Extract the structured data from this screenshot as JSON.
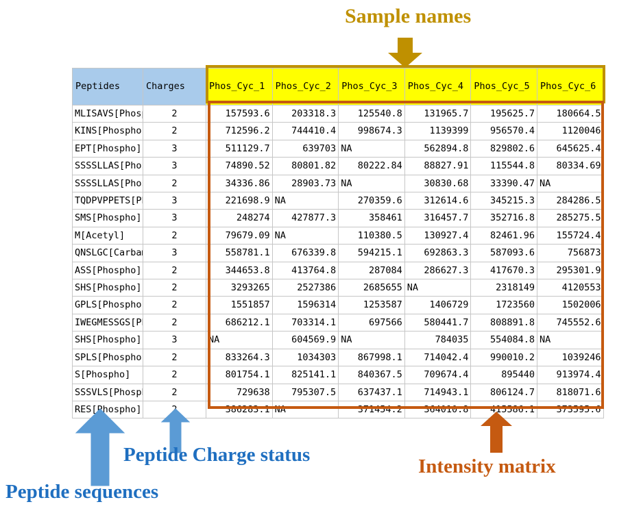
{
  "table": {
    "headers": {
      "peptides": "Peptides",
      "charges": "Charges",
      "samples": [
        "Phos_Cyc_1",
        "Phos_Cyc_2",
        "Phos_Cyc_3",
        "Phos_Cyc_4",
        "Phos_Cyc_5",
        "Phos_Cyc_6"
      ]
    },
    "rows": [
      {
        "peptide": "MLISAVS[Phospho]",
        "charge": "2",
        "values": [
          "157593.6",
          "203318.3",
          "125540.8",
          "131965.7",
          "195625.7",
          "180664.5"
        ]
      },
      {
        "peptide": "KINS[Phospho]",
        "charge": "2",
        "values": [
          "712596.2",
          "744410.4",
          "998674.3",
          "1139399",
          "956570.4",
          "1120046"
        ]
      },
      {
        "peptide": "EPT[Phospho]",
        "charge": "3",
        "values": [
          "511129.7",
          "639703",
          "NA",
          "562894.8",
          "829802.6",
          "645625.4"
        ]
      },
      {
        "peptide": "SSSSLLAS[Phospho]",
        "charge": "3",
        "values": [
          "74890.52",
          "80801.82",
          "80222.84",
          "88827.91",
          "115544.8",
          "80334.69"
        ]
      },
      {
        "peptide": "SSSSLLAS[Phospho]",
        "charge": "2",
        "values": [
          "34336.86",
          "28903.73",
          "NA",
          "30830.68",
          "33390.47",
          "NA"
        ]
      },
      {
        "peptide": "TQDPVPPETS[Phospho]",
        "charge": "3",
        "values": [
          "221698.9",
          "NA",
          "270359.6",
          "312614.6",
          "345215.3",
          "284286.5"
        ]
      },
      {
        "peptide": "SMS[Phospho]",
        "charge": "3",
        "values": [
          "248274",
          "427877.3",
          "358461",
          "316457.7",
          "352716.8",
          "285275.5"
        ]
      },
      {
        "peptide": "M[Acetyl]",
        "charge": "2",
        "values": [
          "79679.09",
          "NA",
          "110380.5",
          "130927.4",
          "82461.96",
          "155724.4"
        ]
      },
      {
        "peptide": "QNSLGC[Carbamidomethyl]",
        "charge": "3",
        "values": [
          "558781.1",
          "676339.8",
          "594215.1",
          "692863.3",
          "587093.6",
          "756873"
        ]
      },
      {
        "peptide": "ASS[Phospho]",
        "charge": "2",
        "values": [
          "344653.8",
          "413764.8",
          "287084",
          "286627.3",
          "417670.3",
          "295301.9"
        ]
      },
      {
        "peptide": "SHS[Phospho]",
        "charge": "2",
        "values": [
          "3293265",
          "2527386",
          "2685655",
          "NA",
          "2318149",
          "4120553"
        ]
      },
      {
        "peptide": "GPLS[Phospho]",
        "charge": "2",
        "values": [
          "1551857",
          "1596314",
          "1253587",
          "1406729",
          "1723560",
          "1502006"
        ]
      },
      {
        "peptide": "IWEGMESSGS[Phospho]",
        "charge": "2",
        "values": [
          "686212.1",
          "703314.1",
          "697566",
          "580441.7",
          "808891.8",
          "745552.6"
        ]
      },
      {
        "peptide": "SHS[Phospho]",
        "charge": "3",
        "values": [
          "NA",
          "604569.9",
          "NA",
          "784035",
          "554084.8",
          "NA"
        ]
      },
      {
        "peptide": "SPLS[Phospho]",
        "charge": "2",
        "values": [
          "833264.3",
          "1034303",
          "867998.1",
          "714042.4",
          "990010.2",
          "1039246"
        ]
      },
      {
        "peptide": "S[Phospho]",
        "charge": "2",
        "values": [
          "801754.1",
          "825141.1",
          "840367.5",
          "709674.4",
          "895440",
          "913974.4"
        ]
      },
      {
        "peptide": "SSSVLS[Phospho]",
        "charge": "2",
        "values": [
          "729638",
          "795307.5",
          "637437.1",
          "714943.1",
          "806124.7",
          "818071.6"
        ]
      },
      {
        "peptide": "RES[Phospho]",
        "charge": "2",
        "values": [
          "386283.1",
          "NA",
          "371454.2",
          "364010.8",
          "415586.1",
          "373595.6"
        ]
      }
    ]
  },
  "annotations": {
    "sample_names": "Sample names",
    "intensity_matrix": "Intensity matrix",
    "peptide_charge_status": "Peptide Charge status",
    "peptide_sequences": "Peptide sequences"
  },
  "colors": {
    "sample_gold": "#bf9000",
    "intensity_orange": "#c55a11",
    "annotation_blue": "#1f6fc0",
    "header_highlight_yellow": "#ffff00",
    "header_fill_blue": "#a9cbeb"
  }
}
